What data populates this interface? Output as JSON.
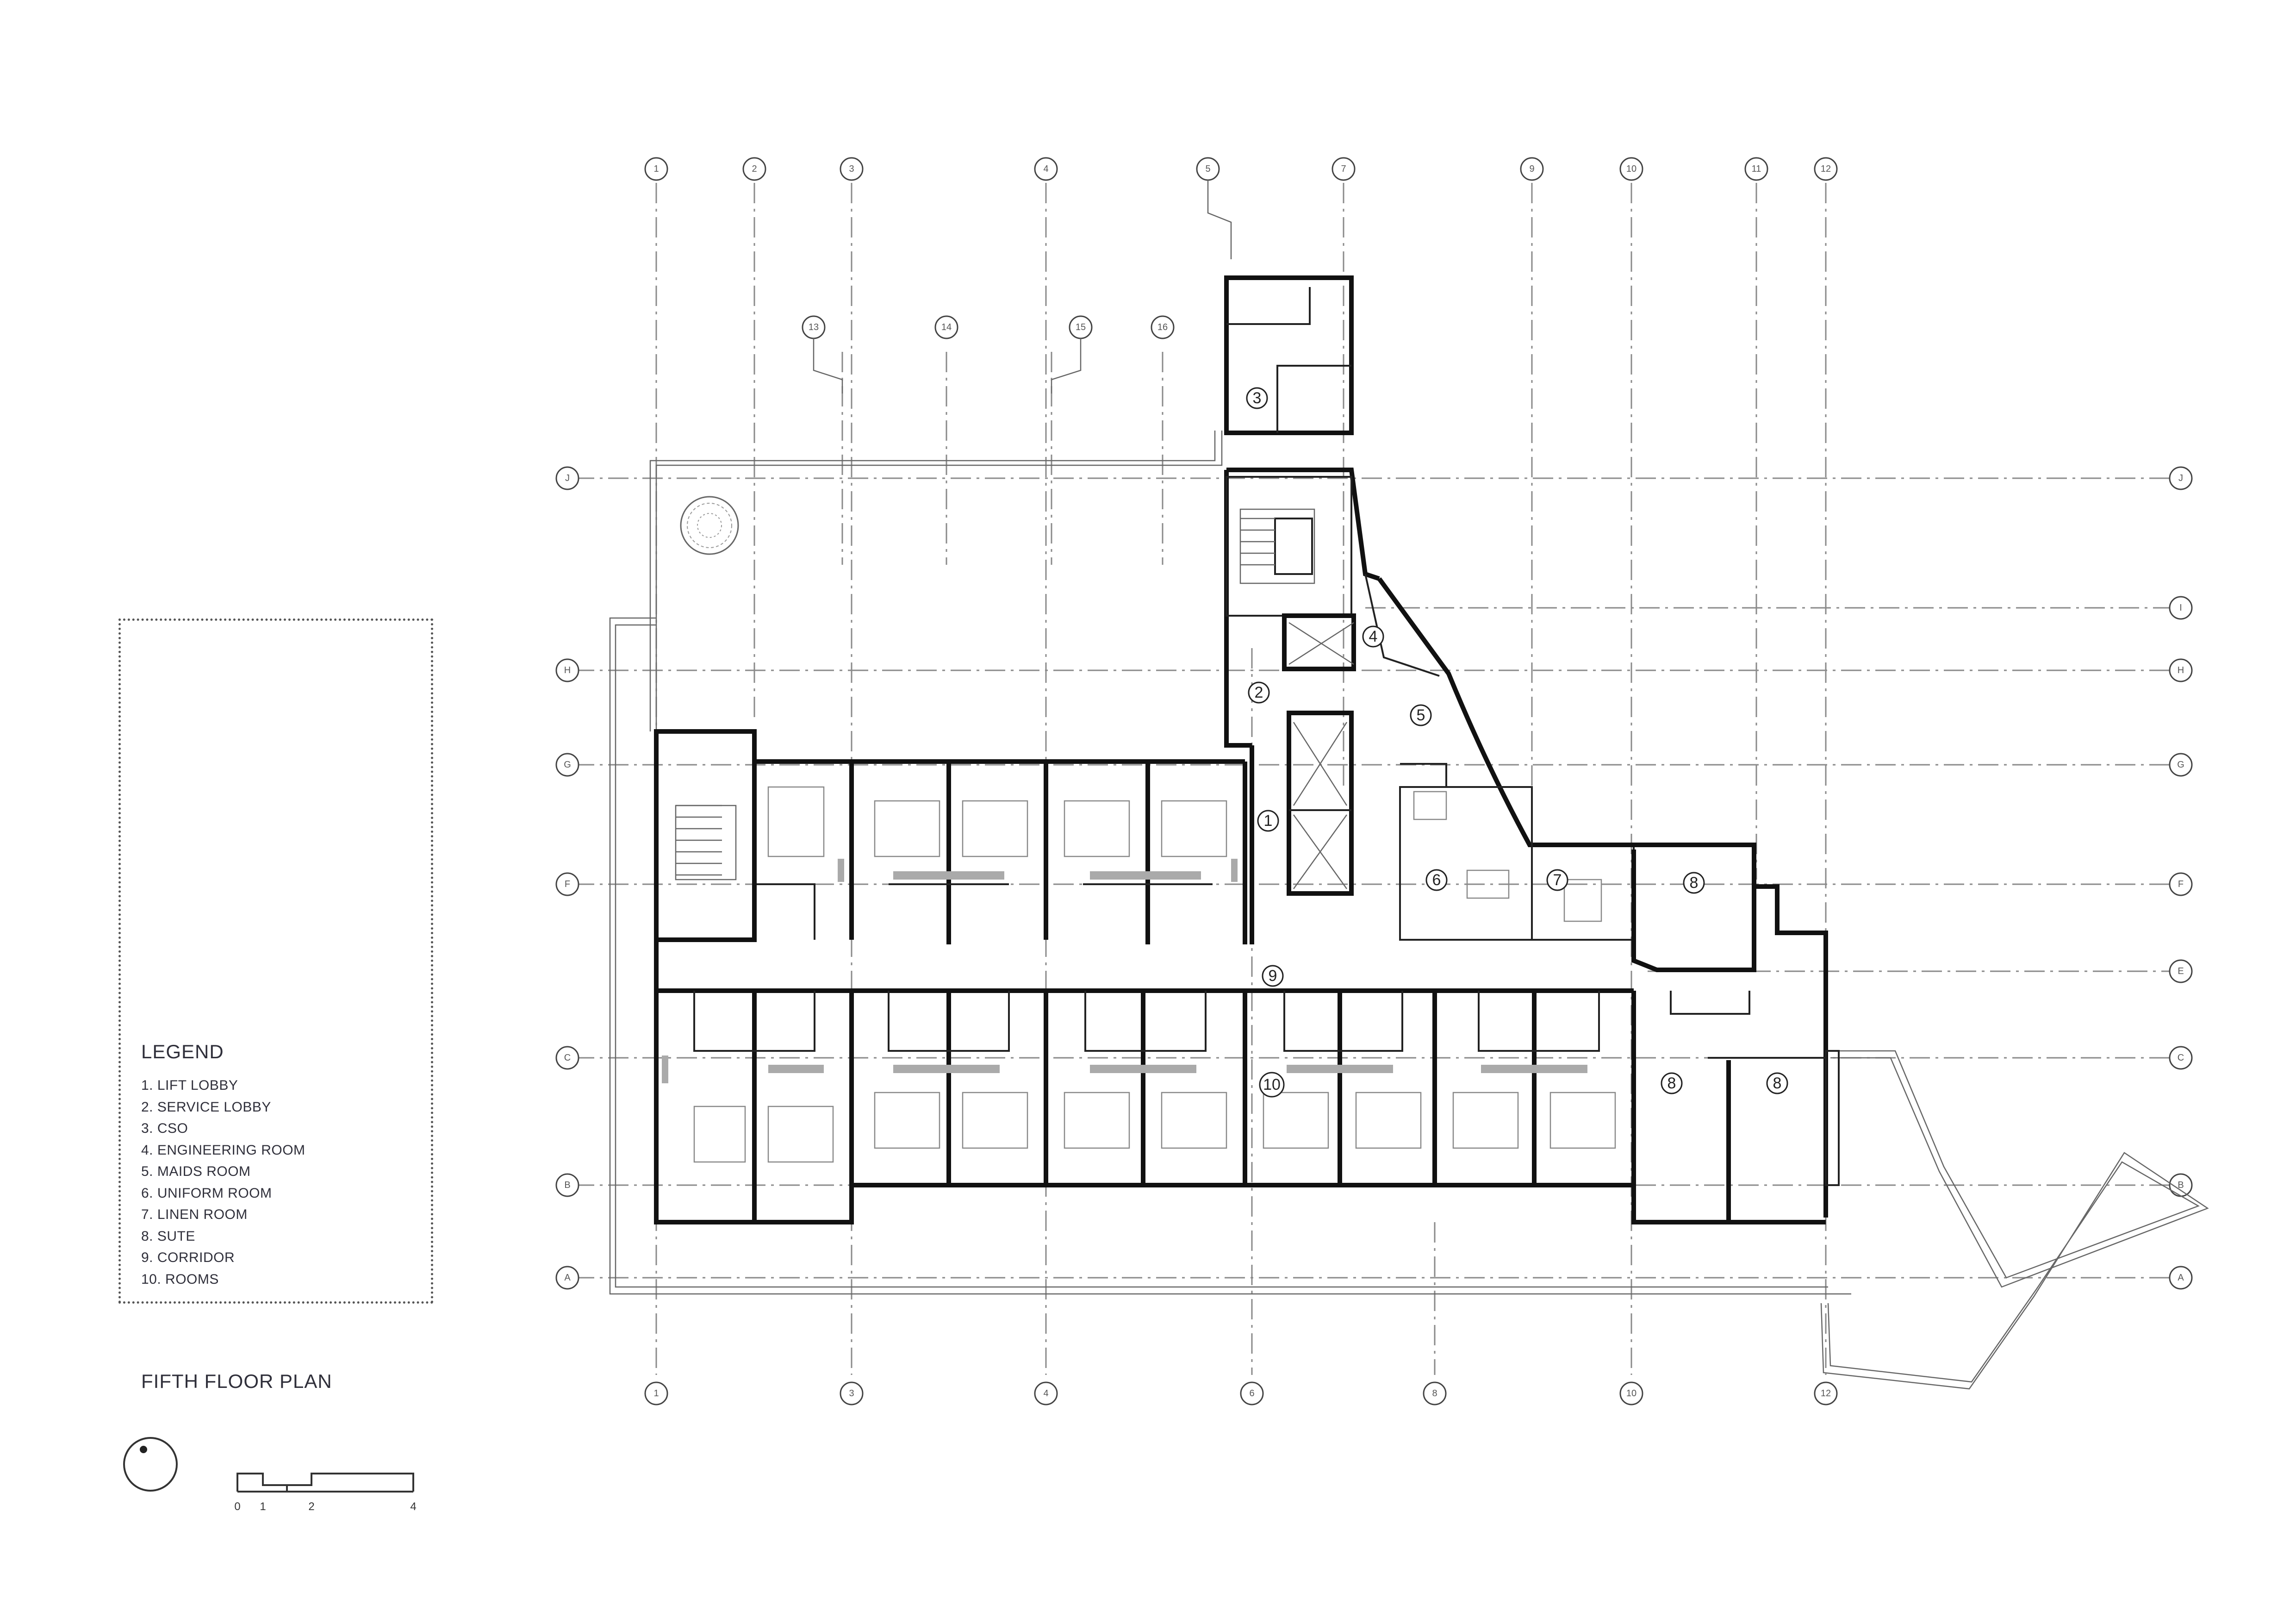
{
  "legend": {
    "title": "LEGEND",
    "items": [
      "1.  LIFT LOBBY",
      "2.  SERVICE LOBBY",
      "3.  CSO",
      "4.  ENGINEERING ROOM",
      "5.  MAIDS ROOM",
      "6.  UNIFORM ROOM",
      "7.  LINEN ROOM",
      "8.  SUTE",
      "9.  CORRIDOR",
      "10. ROOMS"
    ]
  },
  "plan_title": "FIFTH FLOOR PLAN",
  "scale_bar": {
    "ticks": [
      "0",
      "1",
      "2",
      "4"
    ]
  },
  "north_arrow": {
    "icon": "north-arrow-icon"
  },
  "room_tags": [
    "1",
    "2",
    "3",
    "4",
    "5",
    "6",
    "7",
    "8",
    "9",
    "10"
  ],
  "colors": {
    "ink": "#111111",
    "grid": "#8a8a8a",
    "text": "#2f2f3a"
  }
}
